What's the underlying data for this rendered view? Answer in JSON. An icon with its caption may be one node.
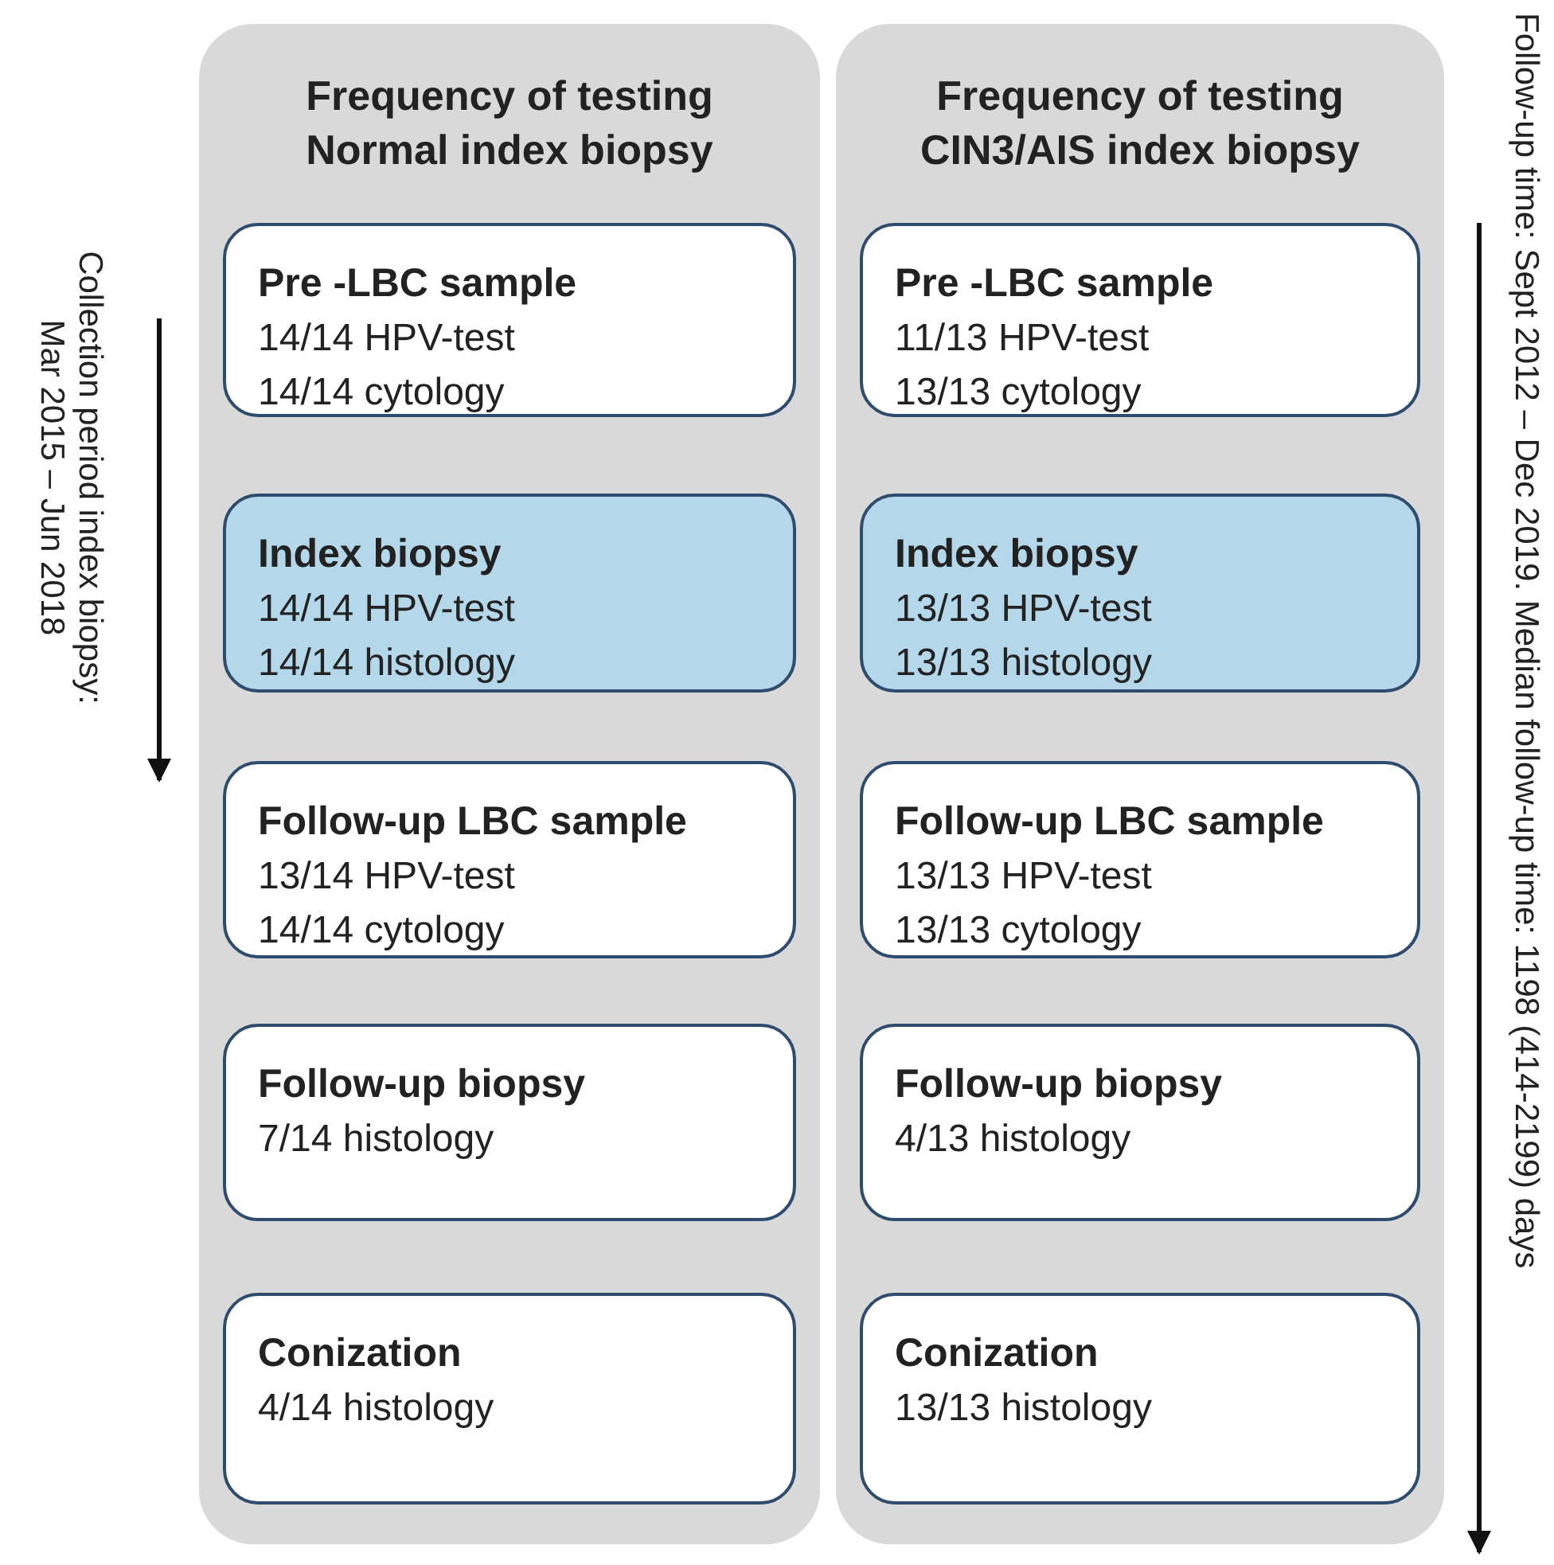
{
  "diagram": {
    "nodes": [
      {
        "text": [
          "Frequency of testing Normal index biopsy"
        ]
      },
      {
        "text": [
          "Pre -LBC sample",
          "14/14 HPV-test 14/14 cytology"
        ],
        "in": 0
      },
      {
        "text": [
          "Index biopsy",
          "14/14 HPV-test 14/14 histology"
        ],
        "in": 0
      },
      {
        "text": [
          "Follow-up LBC sample",
          "13/14 HPV-test 14/14 cytology"
        ],
        "in": 0
      },
      {
        "text": [
          "Follow-up biopsy",
          "7/14 histology"
        ],
        "in": 0
      },
      {
        "text": [
          "Conization",
          "4/14 histology"
        ],
        "in": 0
      },
      {
        "text": [
          "Frequency of testing CIN3/AIS index biopsy"
        ]
      },
      {
        "text": [
          "Pre -LBC sample",
          "11/13 HPV-test 13/13 cytology"
        ],
        "in": 6
      },
      {
        "text": [
          "Index biopsy",
          "13/13 HPV-test 13/13 histology"
        ],
        "in": 6
      },
      {
        "text": [
          "Follow-up LBC sample",
          "13/13 HPV-test 13/13 cytology"
        ],
        "in": 6
      },
      {
        "text": [
          "Follow-up biopsy",
          "4/13 histology"
        ],
        "in": 6
      },
      {
        "text": [
          "Conization",
          "13/13 histology"
        ],
        "in": 6
      }
    ],
    "edges": [],
    "labels": [
      "Collection period index biopsy: Mar 2015 – Jun 2018",
      "Follow-up time: Sept 2012 – Dec 2019. Median follow-up time: 1198 (414-2199) days"
    ]
  }
}
